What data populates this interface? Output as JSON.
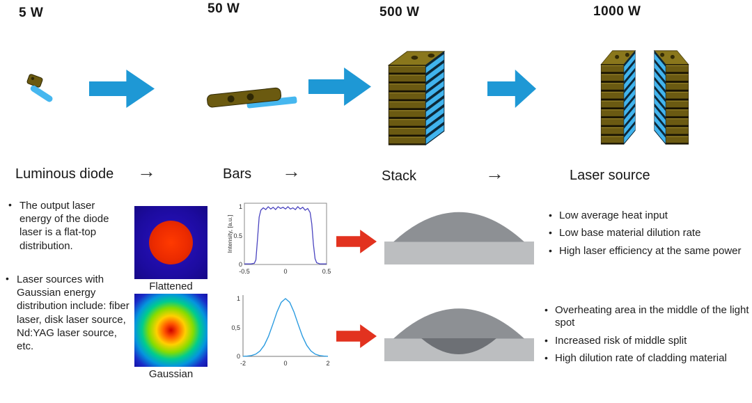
{
  "bullet_char": "•",
  "flow_arrow_char": "→",
  "stages": [
    {
      "power": "5 W",
      "label": "Luminous diode"
    },
    {
      "power": "50 W",
      "label": "Bars"
    },
    {
      "power": "500 W",
      "label": "Stack"
    },
    {
      "power": "1000 W",
      "label": "Laser source"
    }
  ],
  "rows": [
    {
      "description": "The output laser energy of the diode laser is a flat-top distribution.",
      "spot_label": "Flattened",
      "bullets": [
        "Low average heat input",
        "Low base material dilution rate",
        "High laser efficiency at the same power"
      ]
    },
    {
      "description": "Laser sources with Gaussian energy distribution include: fiber laser, disk laser source, Nd:YAG laser source, etc.",
      "spot_label": "Gaussian",
      "bullets": [
        "Overheating area in the middle of the light spot",
        "Increased risk of middle split",
        "High dilution rate of cladding material"
      ]
    }
  ],
  "colors": {
    "flow_arrow": "#1e98d5",
    "result_arrow": "#e2321f",
    "flat_top_curve": "#4a44c0",
    "gaussian_curve": "#2b9be0",
    "diode_body": "#6b5a10",
    "heatsink_blue": "#46b7ef"
  },
  "chart_data": [
    {
      "type": "line",
      "ylabel": "Intensity, [a.u.]",
      "xlabel": "",
      "xlim": [
        -0.5,
        0.5
      ],
      "ylim": [
        0,
        1.06
      ],
      "x_tick_labels": [
        "-0.5",
        "0",
        "0.5"
      ],
      "y_tick_labels": [
        "1",
        "0.5",
        "0"
      ],
      "grid": false,
      "series": [
        {
          "name": "flat-top profile",
          "color": "#4a44c0",
          "x": [
            -0.5,
            -0.42,
            -0.38,
            -0.36,
            -0.34,
            -0.32,
            -0.3,
            -0.27,
            -0.24,
            -0.21,
            -0.18,
            -0.15,
            -0.12,
            -0.09,
            -0.06,
            -0.03,
            0,
            0.03,
            0.06,
            0.09,
            0.12,
            0.15,
            0.18,
            0.21,
            0.24,
            0.27,
            0.3,
            0.32,
            0.34,
            0.36,
            0.38,
            0.42,
            0.5
          ],
          "y": [
            0.01,
            0.01,
            0.02,
            0.08,
            0.45,
            0.82,
            0.94,
            0.98,
            0.95,
            1.0,
            0.96,
            0.99,
            0.95,
            1.0,
            0.97,
            0.99,
            0.96,
            1.0,
            0.96,
            0.98,
            0.95,
            1.0,
            0.96,
            0.99,
            0.94,
            0.97,
            0.9,
            0.7,
            0.35,
            0.1,
            0.03,
            0.01,
            0.01
          ]
        }
      ]
    },
    {
      "type": "line",
      "ylabel": "",
      "xlabel": "",
      "xlim": [
        -2,
        2
      ],
      "ylim": [
        0,
        1.06
      ],
      "x_tick_labels": [
        "-2",
        "0",
        "2"
      ],
      "y_tick_labels": [
        "1",
        "0,5",
        "0"
      ],
      "grid": false,
      "series": [
        {
          "name": "gaussian profile",
          "color": "#2b9be0",
          "x": [
            -2,
            -1.8,
            -1.6,
            -1.4,
            -1.2,
            -1.0,
            -0.8,
            -0.6,
            -0.4,
            -0.2,
            0,
            0.2,
            0.4,
            0.6,
            0.8,
            1.0,
            1.2,
            1.4,
            1.6,
            1.8,
            2
          ],
          "y": [
            0.001,
            0.005,
            0.015,
            0.039,
            0.093,
            0.191,
            0.347,
            0.552,
            0.768,
            0.936,
            1.0,
            0.936,
            0.768,
            0.552,
            0.347,
            0.191,
            0.093,
            0.039,
            0.015,
            0.005,
            0.001
          ]
        }
      ]
    }
  ]
}
